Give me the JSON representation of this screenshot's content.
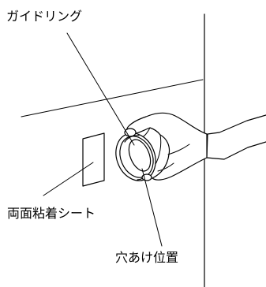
{
  "labels": {
    "guide_ring": "ガイドリング",
    "double_sided_tape": "両面粘着シート",
    "hole_position": "穴あけ位置"
  },
  "colors": {
    "ink": "#000000",
    "background": "#ffffff"
  }
}
